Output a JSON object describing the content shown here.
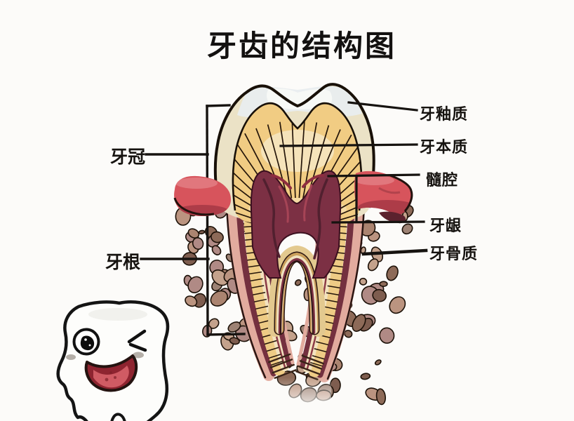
{
  "title": "牙齿的结构图",
  "labels": {
    "crown": "牙冠",
    "root": "牙根",
    "enamel": "牙釉质",
    "dentin": "牙本质",
    "pulp_cavity": "髓腔",
    "gum": "牙龈",
    "cementum": "牙骨质"
  },
  "colors": {
    "background": "#fcfbf9",
    "line": "#161310",
    "enamel": "#ebe2c6",
    "enamel_highlight": "#e9edef",
    "dentin": "#f1cc83",
    "dentin_pale": "#f6e9c8",
    "pulp": "#7c3044",
    "pulp_streak_dark": "#51202f",
    "pulp_streak_red": "#a64456",
    "root_pink": "#e2ab9e",
    "root_wall": "#74303f",
    "canal": "#f3e3c0",
    "gum": "#d7545c",
    "gum_shadow": "#a93a46",
    "gum_deep_shadow": "#5b222e",
    "bone_palette": [
      "#ab8470",
      "#8d6a58",
      "#bb9480",
      "#9d8274",
      "#c4a28c",
      "#7e5d4f",
      "#b08a85"
    ]
  },
  "mascot": {
    "icon": "winking-tooth-mascot"
  }
}
